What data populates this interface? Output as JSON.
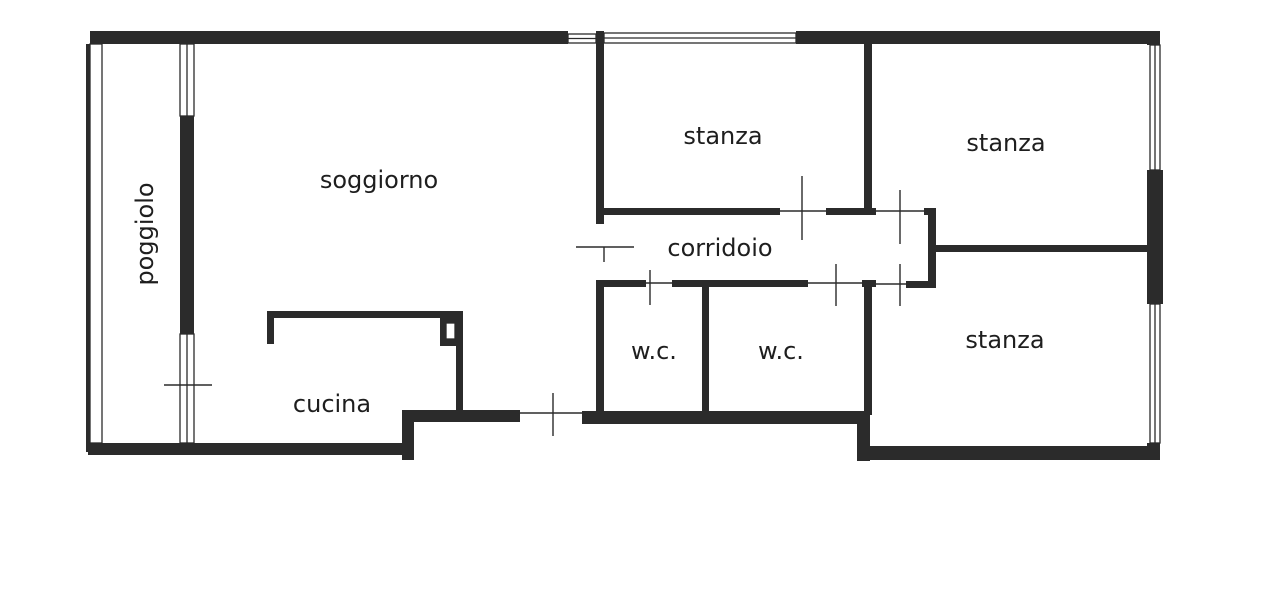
{
  "colors": {
    "wall": "#2b2b2b",
    "background": "#ffffff",
    "text": "#1e1e1e"
  },
  "rooms": {
    "soggiorno": "soggiorno",
    "poggiolo": "poggiolo",
    "cucina": "cucina",
    "corridoio": "corridoio",
    "wc_left": "w.c.",
    "wc_right": "w.c.",
    "stanza_top_middle": "stanza",
    "stanza_top_right": "stanza",
    "stanza_bottom_right": "stanza"
  }
}
